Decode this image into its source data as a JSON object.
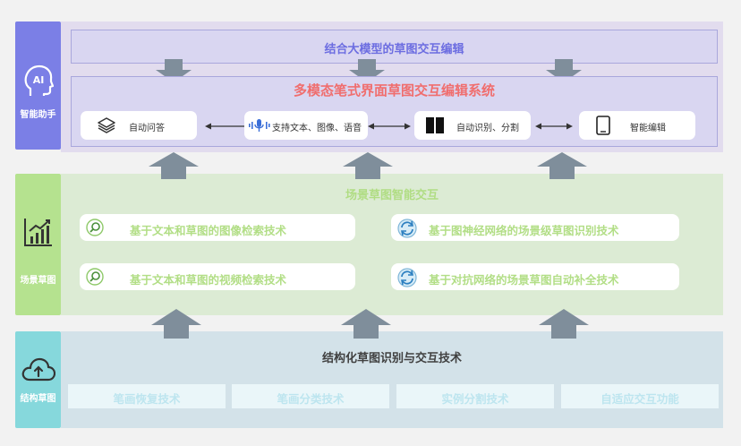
{
  "ai_layer": {
    "tab_label": "智能助手",
    "icon_text": "AI",
    "llm_bar": "结合大模型的草图交互编辑",
    "system_title": "多模态笔式界面草图交互编辑系统",
    "features": [
      {
        "label": "自动问答",
        "icon": "layers-icon"
      },
      {
        "label": "支持文本、图像、语音",
        "icon": "voice-icon"
      },
      {
        "label": "自动识别、分割",
        "icon": "split-icon"
      },
      {
        "label": "智能编辑",
        "icon": "tablet-icon"
      }
    ]
  },
  "scene_layer": {
    "tab_label": "场景草图",
    "title": "场景草图智能交互",
    "items": [
      {
        "label": "基于文本和草图的图像检索技术",
        "icon": "search-icon"
      },
      {
        "label": "基于图神经网络的场景级草图识别技术",
        "icon": "refresh-icon"
      },
      {
        "label": "基于文本和草图的视频检索技术",
        "icon": "search-icon"
      },
      {
        "label": "基于对抗网络的场景草图自动补全技术",
        "icon": "refresh-icon"
      }
    ]
  },
  "struct_layer": {
    "tab_label": "结构草图",
    "title": "结构化草图识别与交互技术",
    "items": [
      "笔画恢复技术",
      "笔画分类技术",
      "实例分割技术",
      "自适应交互功能"
    ]
  },
  "colors": {
    "ai_tab": "#7b7fe6",
    "scene_tab": "#b5e28f",
    "struct_tab": "#86d8dc",
    "system_title": "#f06e6e",
    "llm_text": "#6c6de1",
    "arrow": "#7f8e9b"
  }
}
